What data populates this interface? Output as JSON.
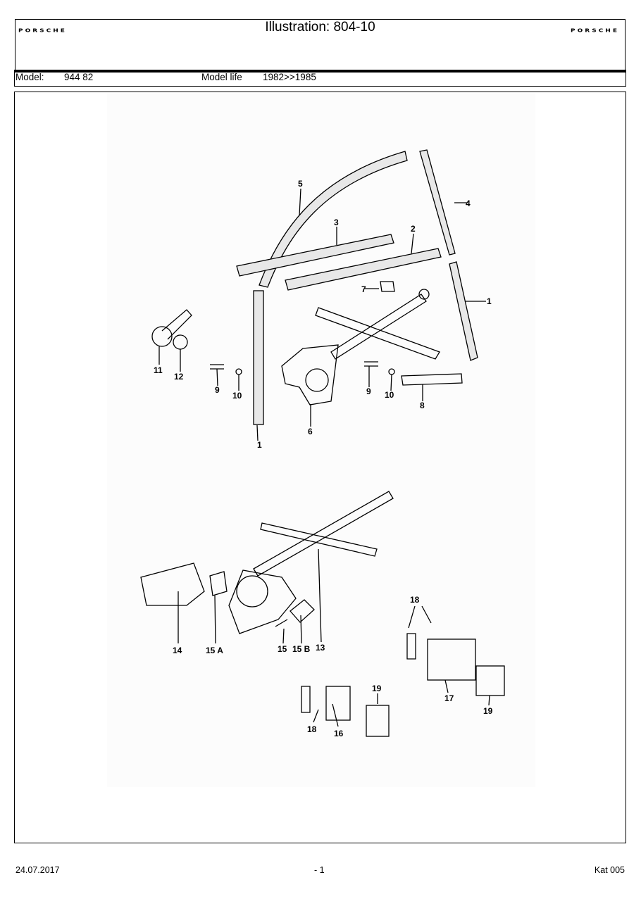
{
  "header": {
    "logo_text": "PORSCHE",
    "title": "Illustration: 804-10"
  },
  "model": {
    "model_label": "Model:",
    "model_value": "944 82",
    "life_label": "Model life",
    "life_value": "1982>>1985"
  },
  "diagram": {
    "callouts": [
      "1",
      "1",
      "2",
      "3",
      "4",
      "5",
      "6",
      "7",
      "8",
      "9",
      "9",
      "10",
      "10",
      "11",
      "12",
      "13",
      "14",
      "15 A",
      "15",
      "15 B",
      "16",
      "17",
      "18",
      "18",
      "19",
      "19"
    ]
  },
  "footer": {
    "date": "24.07.2017",
    "page": "- 1",
    "catalog": "Kat 005"
  }
}
